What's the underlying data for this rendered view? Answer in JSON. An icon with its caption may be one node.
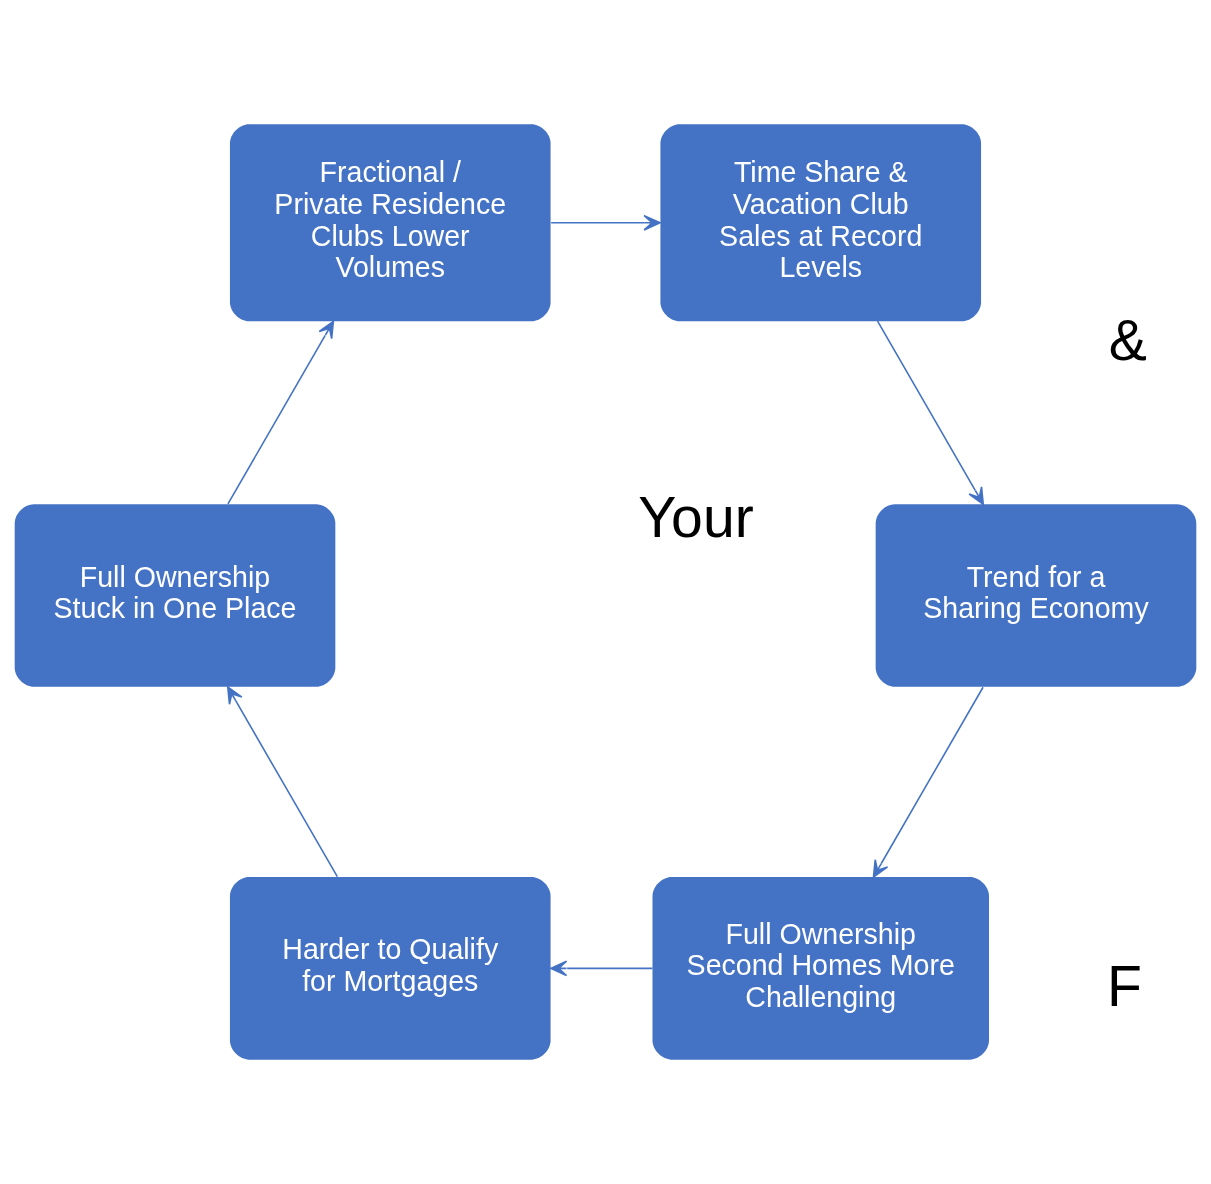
{
  "diagram": {
    "nodes": [
      {
        "text": [
          "Full Ownership Second Homes More Challenging"
        ]
      },
      {
        "text": [
          "Harder to Qualify for Mortgages"
        ]
      },
      {
        "text": [
          "Full Ownership Stuck in One Place"
        ]
      },
      {
        "text": [
          "Fractional / Private Residence Clubs Lower Volumes"
        ]
      },
      {
        "text": [
          "Time Share & Vacation Club Sales at Record Levels"
        ]
      },
      {
        "text": [
          "Trend for a Sharing Economy"
        ]
      }
    ],
    "edges": [
      {
        "from": 0,
        "to": 1,
        "arrow": "to"
      },
      {
        "from": 1,
        "to": 2,
        "arrow": "to"
      },
      {
        "from": 2,
        "to": 3,
        "arrow": "to"
      },
      {
        "from": 3,
        "to": 4,
        "arrow": "to"
      },
      {
        "from": 4,
        "to": 5,
        "arrow": "to"
      },
      {
        "from": 5,
        "to": 0,
        "arrow": "to"
      }
    ],
    "labels": [
      "Your",
      "F",
      "&"
    ]
  }
}
